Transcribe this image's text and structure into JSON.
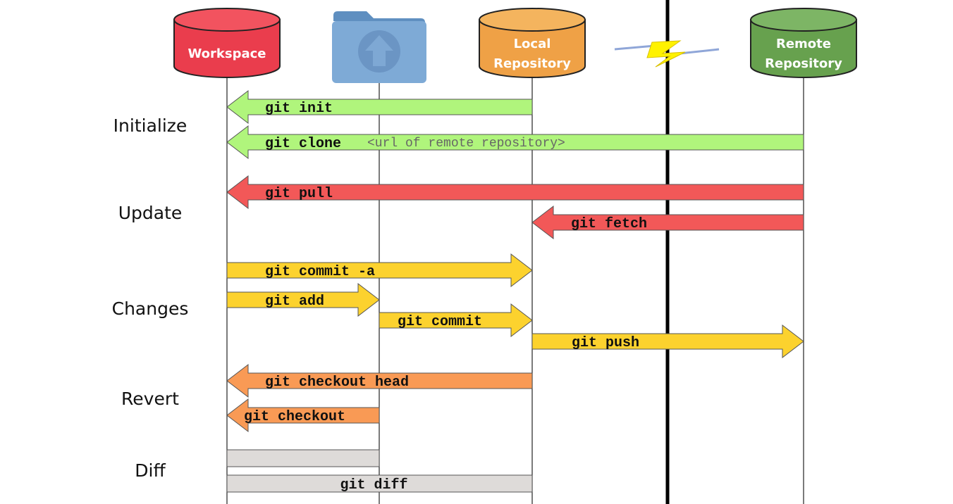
{
  "actors": {
    "workspace": {
      "label": [
        "Workspace"
      ],
      "fill": "#ea3d4d",
      "top": "#f2535f"
    },
    "index": {
      "label": []
    },
    "local": {
      "label": [
        "Local",
        "Repository"
      ],
      "fill": "#efa146",
      "top": "#f4b45e"
    },
    "remote": {
      "label": [
        "Remote",
        "Repository"
      ],
      "fill": "#67a14e",
      "top": "#7db565"
    }
  },
  "sections": [
    {
      "id": "initialize",
      "label": "Initialize"
    },
    {
      "id": "update",
      "label": "Update"
    },
    {
      "id": "changes",
      "label": "Changes"
    },
    {
      "id": "revert",
      "label": "Revert"
    },
    {
      "id": "diff",
      "label": "Diff"
    }
  ],
  "commands": [
    {
      "id": "git-init",
      "label": "git init",
      "arg": "",
      "from": "local",
      "to": "workspace",
      "color": "#b0f57c",
      "section": "initialize"
    },
    {
      "id": "git-clone",
      "label": "git clone",
      "arg": "<url of remote repository>",
      "from": "remote",
      "to": "workspace",
      "color": "#b0f57c",
      "section": "initialize"
    },
    {
      "id": "git-pull",
      "label": "git pull",
      "arg": "",
      "from": "remote",
      "to": "workspace",
      "color": "#f25858",
      "section": "update"
    },
    {
      "id": "git-fetch",
      "label": "git fetch",
      "arg": "",
      "from": "remote",
      "to": "local",
      "color": "#f25858",
      "section": "update"
    },
    {
      "id": "git-commit-a",
      "label": "git commit -a",
      "arg": "",
      "from": "workspace",
      "to": "local",
      "color": "#fcd22e",
      "section": "changes"
    },
    {
      "id": "git-add",
      "label": "git add",
      "arg": "",
      "from": "workspace",
      "to": "index",
      "color": "#fcd22e",
      "section": "changes"
    },
    {
      "id": "git-commit",
      "label": "git commit",
      "arg": "",
      "from": "index",
      "to": "local",
      "color": "#fcd22e",
      "section": "changes"
    },
    {
      "id": "git-push",
      "label": "git push",
      "arg": "",
      "from": "local",
      "to": "remote",
      "color": "#fcd22e",
      "section": "changes"
    },
    {
      "id": "git-checkout-head",
      "label": "git checkout head",
      "arg": "",
      "from": "local",
      "to": "workspace",
      "color": "#f99a55",
      "section": "revert"
    },
    {
      "id": "git-checkout",
      "label": "git checkout",
      "arg": "",
      "from": "index",
      "to": "workspace",
      "color": "#f99a55",
      "section": "revert"
    },
    {
      "id": "diff-index",
      "label": "",
      "arg": "",
      "from": "workspace",
      "to": "index",
      "color": "#dedbd9",
      "section": "diff",
      "type": "bar"
    },
    {
      "id": "git-diff",
      "label": "git diff",
      "arg": "",
      "from": "workspace",
      "to": "local",
      "color": "#dedbd9",
      "section": "diff",
      "type": "bar"
    }
  ],
  "colors": {
    "lifeline": "#333333",
    "network_line": "#000000",
    "lightning": "#fff200",
    "lightning_edge": "#8fa6d8",
    "folder": "#7eaad6",
    "folder_dark": "#5f8fc0"
  }
}
